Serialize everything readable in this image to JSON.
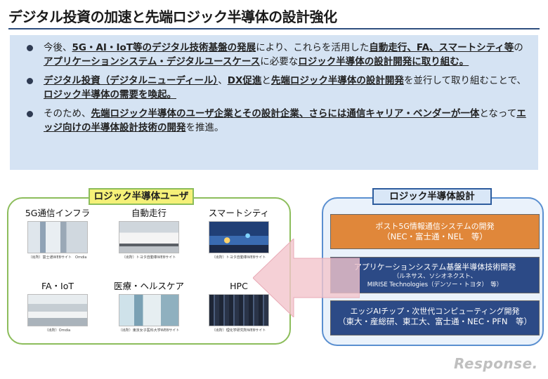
{
  "title": "デジタル投資の加速と先端ロジック半導体の設計強化",
  "bullets": [
    {
      "segments": [
        {
          "text": "今後、",
          "em": false
        },
        {
          "text": "5G・AI・IoT等のデジタル技術基盤の発展",
          "em": true
        },
        {
          "text": "により、これらを活用した",
          "em": false
        },
        {
          "text": "自動走行、FA、スマートシティ等",
          "em": true
        },
        {
          "text": "の",
          "em": false
        },
        {
          "text": "アプリケーションシステム・デジタルユースケース",
          "em": true
        },
        {
          "text": "に必要な",
          "em": false
        },
        {
          "text": "ロジック半導体の設計開発に取り組む。",
          "em": true
        }
      ]
    },
    {
      "segments": [
        {
          "text": "デジタル投資（デジタルニューディール）",
          "em": true
        },
        {
          "text": "、",
          "em": false
        },
        {
          "text": "DX促進",
          "em": true
        },
        {
          "text": "と",
          "em": false
        },
        {
          "text": "先端ロジック半導体の設計開発",
          "em": true
        },
        {
          "text": "を並行して取り組むことで、",
          "em": false
        },
        {
          "text": "ロジック半導体の需要を喚起。",
          "em": true
        }
      ]
    },
    {
      "segments": [
        {
          "text": "そのため、",
          "em": false
        },
        {
          "text": "先端ロジック半導体のユーザ企業とその設計企業、さらには通信キャリア・ベンダーが一体",
          "em": true
        },
        {
          "text": "となって",
          "em": false
        },
        {
          "text": "エッジ向けの半導体設計技術の開発",
          "em": true
        },
        {
          "text": "を推進。",
          "em": false
        }
      ]
    }
  ],
  "users": {
    "label": "ロジック半導体ユーザ",
    "cells": [
      {
        "title": "5G通信インフラ",
        "source": "（出所）富士通WEBサイト　Omdia"
      },
      {
        "title": "自動走行",
        "source": "（出所）トヨタ自動車WEBサイト"
      },
      {
        "title": "スマートシティ",
        "source": "（出所）トヨタ自動車WEBサイト"
      },
      {
        "title": "FA・IoT",
        "source": "（出所）Omdia"
      },
      {
        "title": "医療・ヘルスケア",
        "source": "（出所）東京女子医科大学WEBサイト"
      },
      {
        "title": "HPC",
        "source": "（出所）理化学研究所WEBサイト"
      }
    ]
  },
  "design": {
    "label": "ロジック半導体設計",
    "boxes": [
      {
        "main": "ポスト5G情報通信システムの開発",
        "sub": "（NEC・富士通・NEL　等）"
      },
      {
        "main": "アプリケーションシステム基盤半導体技術開発",
        "line2": "（ルネサス、ソシオネクスト、",
        "line3": "MIRISE Technologies（デンソー・トヨタ）　等）"
      },
      {
        "main": "エッジAIチップ・次世代コンピューティング開発",
        "sub": "（東大・産総研、東工大、富士通・NEC・PFN　等）"
      }
    ]
  },
  "watermark": "Response.",
  "colors": {
    "bullet_bg": "#d5e3f3",
    "users_border": "#8cbd5b",
    "users_label_bg": "#f5f078",
    "design_border": "#5a8fd0",
    "orange_box": "#e0873a",
    "navy_box": "#2c4a86",
    "arrow": "#f2c4cc"
  }
}
